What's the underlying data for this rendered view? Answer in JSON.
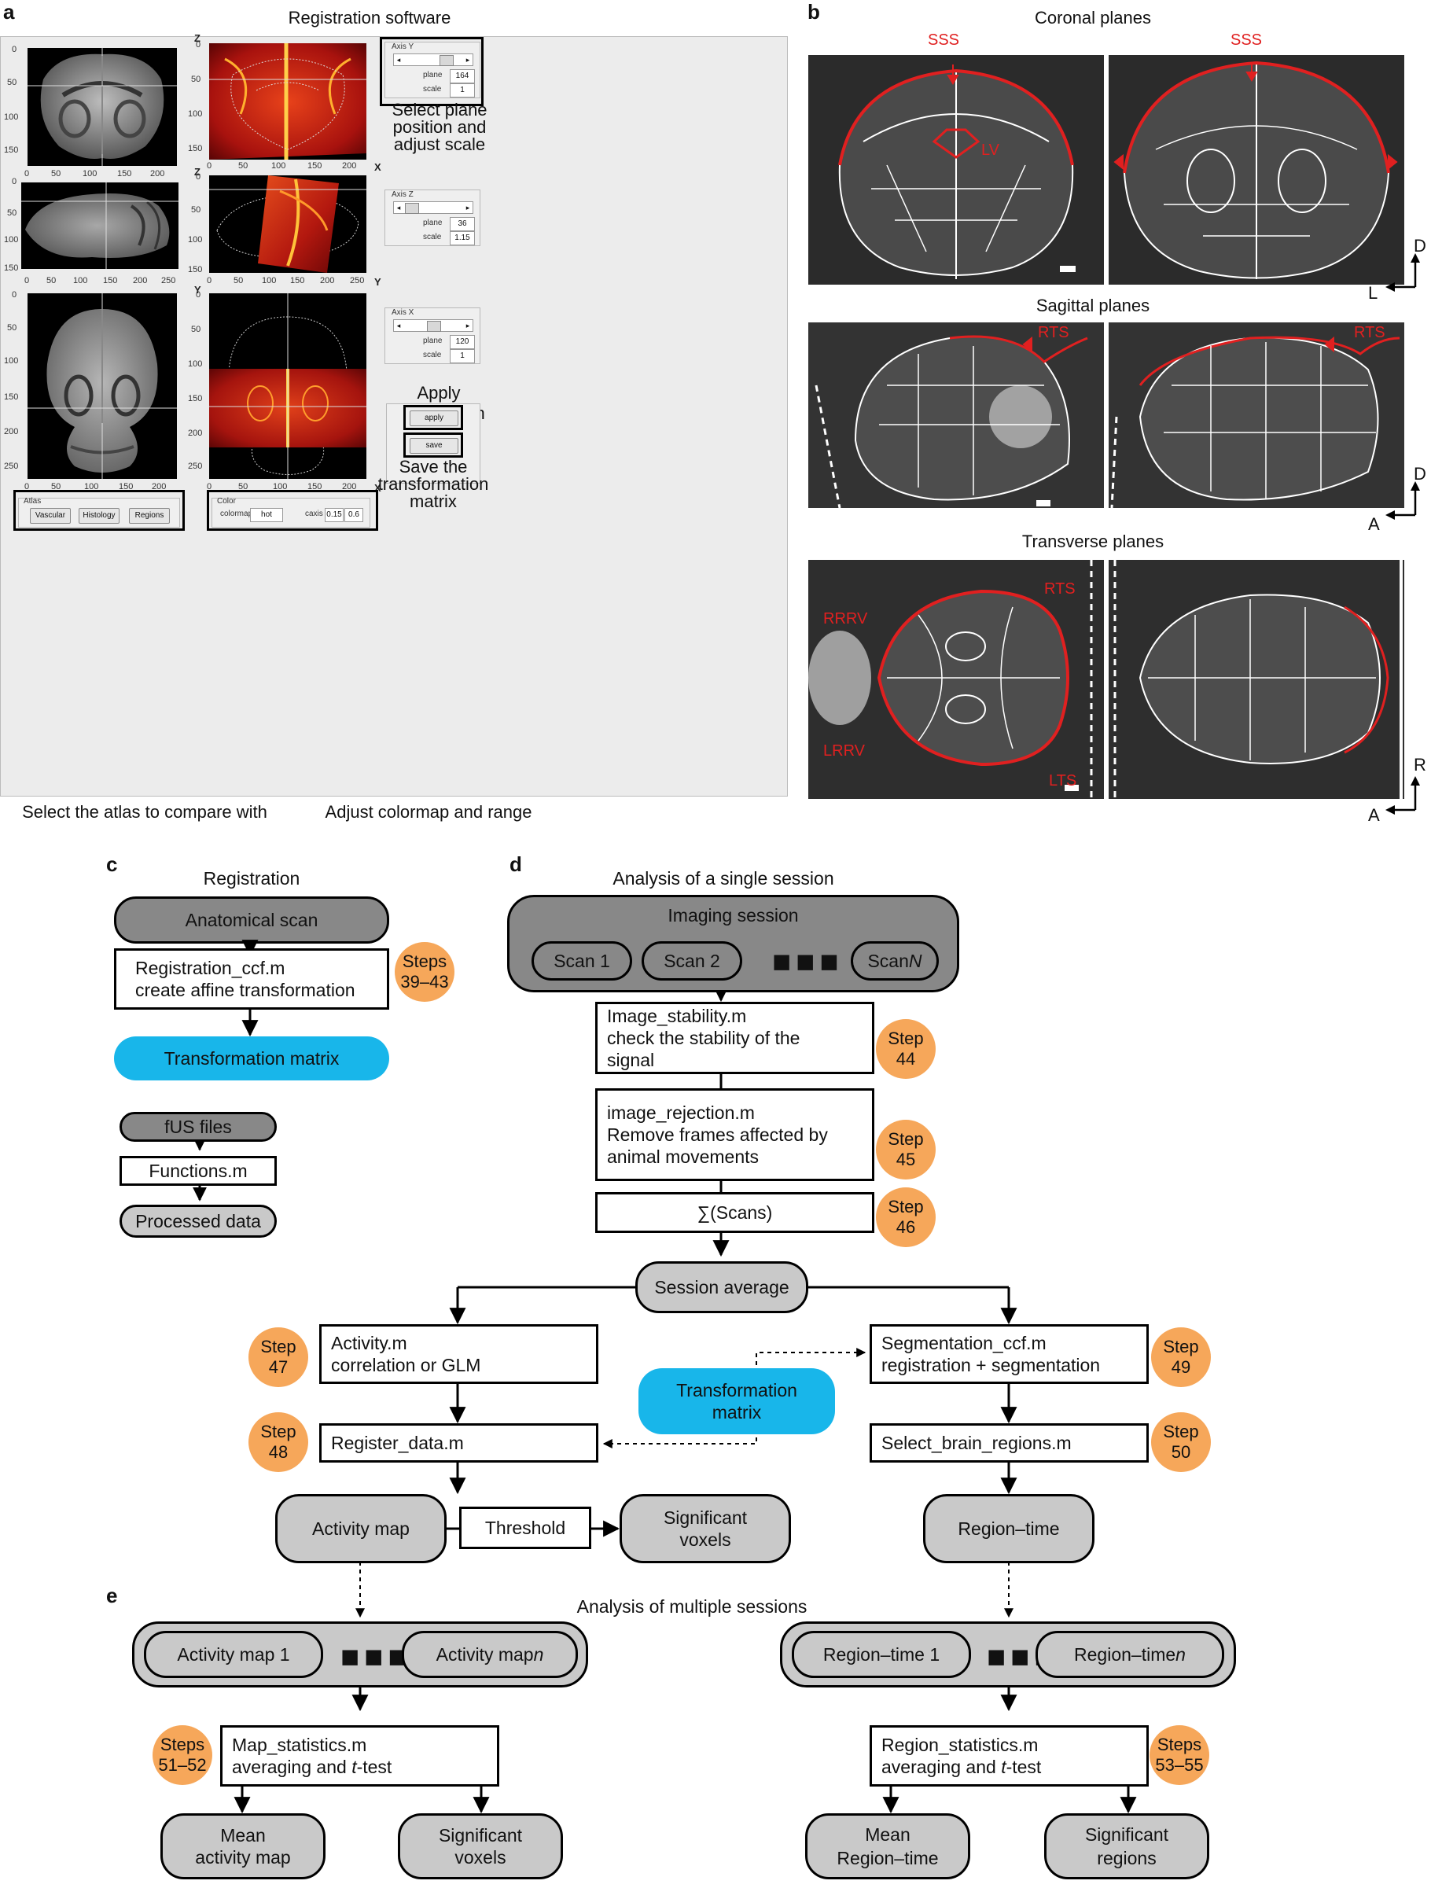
{
  "panel_labels": {
    "a": "a",
    "b": "b",
    "c": "c",
    "d": "d",
    "e": "e"
  },
  "panel_a": {
    "title": "Registration software",
    "row1": {
      "axis_letter_left": "Z",
      "axis_letter_right": "X",
      "yticks": [
        "0",
        "50",
        "100",
        "150"
      ],
      "xticks": [
        "0",
        "50",
        "100",
        "150",
        "200"
      ],
      "control": {
        "title": "Axis Y",
        "plane_label": "plane",
        "plane_value": "164",
        "scale_label": "scale",
        "scale_value": "1"
      }
    },
    "row2": {
      "axis_letter_left": "Z",
      "axis_letter_right": "Y",
      "yticks": [
        "0",
        "50",
        "100",
        "150"
      ],
      "xticks": [
        "0",
        "50",
        "100",
        "150",
        "200",
        "250"
      ],
      "control": {
        "title": "Axis Z",
        "plane_label": "plane",
        "plane_value": "36",
        "scale_label": "scale",
        "scale_value": "1.15"
      }
    },
    "row3": {
      "axis_letter_left": "Y",
      "axis_letter_right": "X",
      "yticks": [
        "0",
        "50",
        "100",
        "150",
        "200",
        "250"
      ],
      "xticks": [
        "0",
        "50",
        "100",
        "150",
        "200"
      ],
      "control": {
        "title": "Axis X",
        "plane_label": "plane",
        "plane_value": "120",
        "scale_label": "scale",
        "scale_value": "1"
      }
    },
    "atlas": {
      "title": "Atlas",
      "buttons": [
        "Vascular",
        "Histology",
        "Regions"
      ]
    },
    "color": {
      "title": "Color",
      "colormap_label": "colormap",
      "colormap_value": "hot",
      "caxis_label": "caxis",
      "caxis_min": "0.15",
      "caxis_max": "0.6"
    },
    "apply_label": "apply",
    "save_label": "save",
    "annotations": {
      "select_plane": "Select plane position and adjust scale",
      "apply_mod": "Apply modification",
      "save_matrix": "Save the transformation matrix",
      "select_atlas": "Select the atlas to compare with",
      "adjust_colormap": "Adjust colormap and range"
    }
  },
  "panel_b": {
    "coronal_title": "Coronal planes",
    "sagittal_title": "Sagittal planes",
    "transverse_title": "Transverse planes",
    "labels": {
      "sss": "SSS",
      "lv": "LV",
      "rts": "RTS",
      "lts": "LTS",
      "rrrv": "RRRV",
      "lrrv": "LRRV"
    },
    "compass_coronal": {
      "v": "D",
      "h": "L"
    },
    "compass_sagittal": {
      "v": "D",
      "h": "A"
    },
    "compass_transverse": {
      "v": "R",
      "h": "A"
    }
  },
  "panel_c": {
    "title": "Registration",
    "anatomical_scan": "Anatomical scan",
    "registration_line1": "Registration_ccf.m",
    "registration_line2": "create affine transformation",
    "steps_label": "Steps",
    "steps_range": "39–43",
    "transformation_matrix": "Transformation matrix",
    "legend_fus": "fUS files",
    "legend_functions": "Functions.m",
    "legend_processed": "Processed data"
  },
  "panel_d": {
    "title": "Analysis of a single session",
    "imaging_session": "Imaging session",
    "scan1": "Scan 1",
    "scan2": "Scan 2",
    "scan_n_prefix": "Scan ",
    "scan_n_var": "N",
    "stability_l1": "Image_stability.m",
    "stability_l2": "check the stability of the",
    "stability_l3": "signal",
    "rejection_l1": "image_rejection.m",
    "rejection_l2": "Remove frames affected by",
    "rejection_l3": "animal movements",
    "sum_scans": "∑(Scans)",
    "session_average": "Session average",
    "activity_l1": "Activity.m",
    "activity_l2": "correlation or GLM",
    "segmentation_l1": "Segmentation_ccf.m",
    "segmentation_l2": "registration + segmentation",
    "transformation_l1": "Transformation",
    "transformation_l2": "matrix",
    "register_data": "Register_data.m",
    "select_regions": "Select_brain_regions.m",
    "activity_map": "Activity map",
    "threshold": "Threshold",
    "significant_l1": "Significant",
    "significant_l2": "voxels",
    "region_time": "Region–time",
    "step_word": "Step",
    "step_numbers": [
      "44",
      "45",
      "46",
      "47",
      "48",
      "49",
      "50"
    ]
  },
  "panel_e": {
    "title": "Analysis of multiple sessions",
    "activity_map_1": "Activity map 1",
    "activity_map_n_prefix": "Activity map ",
    "n_var": "n",
    "region_time_1": "Region–time 1",
    "region_time_n_prefix": "Region–time ",
    "map_stats_l1": "Map_statistics.m",
    "map_stats_l2a": "averaging and ",
    "map_stats_l2t": "t",
    "map_stats_l2b": "-test",
    "region_stats_l1": "Region_statistics.m",
    "steps_word": "Steps",
    "steps_left": "51–52",
    "steps_right": "53–55",
    "mean_activity_l1": "Mean",
    "mean_activity_l2": "activity map",
    "sig_voxels_l1": "Significant",
    "sig_voxels_l2": "voxels",
    "mean_region_l1": "Mean",
    "mean_region_l2": "Region–time",
    "sig_regions_l1": "Significant",
    "sig_regions_l2": "regions"
  }
}
